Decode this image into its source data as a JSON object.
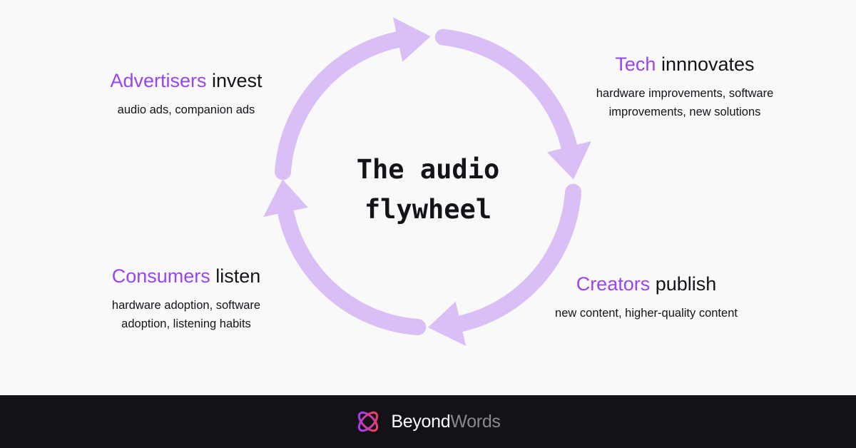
{
  "title": [
    "The audio",
    "flywheel"
  ],
  "stages": [
    {
      "accent": "Advertisers",
      "rest": " invest",
      "details": [
        "audio ads, companion ads"
      ]
    },
    {
      "accent": "Tech",
      "rest": " innnovates",
      "details": [
        "hardware improvements, software",
        "improvements, new solutions"
      ]
    },
    {
      "accent": "Creators",
      "rest": " publish",
      "details": [
        "new content, higher-quality content"
      ]
    },
    {
      "accent": "Consumers",
      "rest": " listen",
      "details": [
        "hardware adoption, software",
        "adoption, listening habits"
      ]
    }
  ],
  "colors": {
    "accent": "#9845f2",
    "arrow": "#dabff7",
    "footer": "#141118"
  },
  "footer": {
    "brand_first": "Beyond",
    "brand_second": "Words",
    "logo_icon": "orbit-logo-icon"
  }
}
